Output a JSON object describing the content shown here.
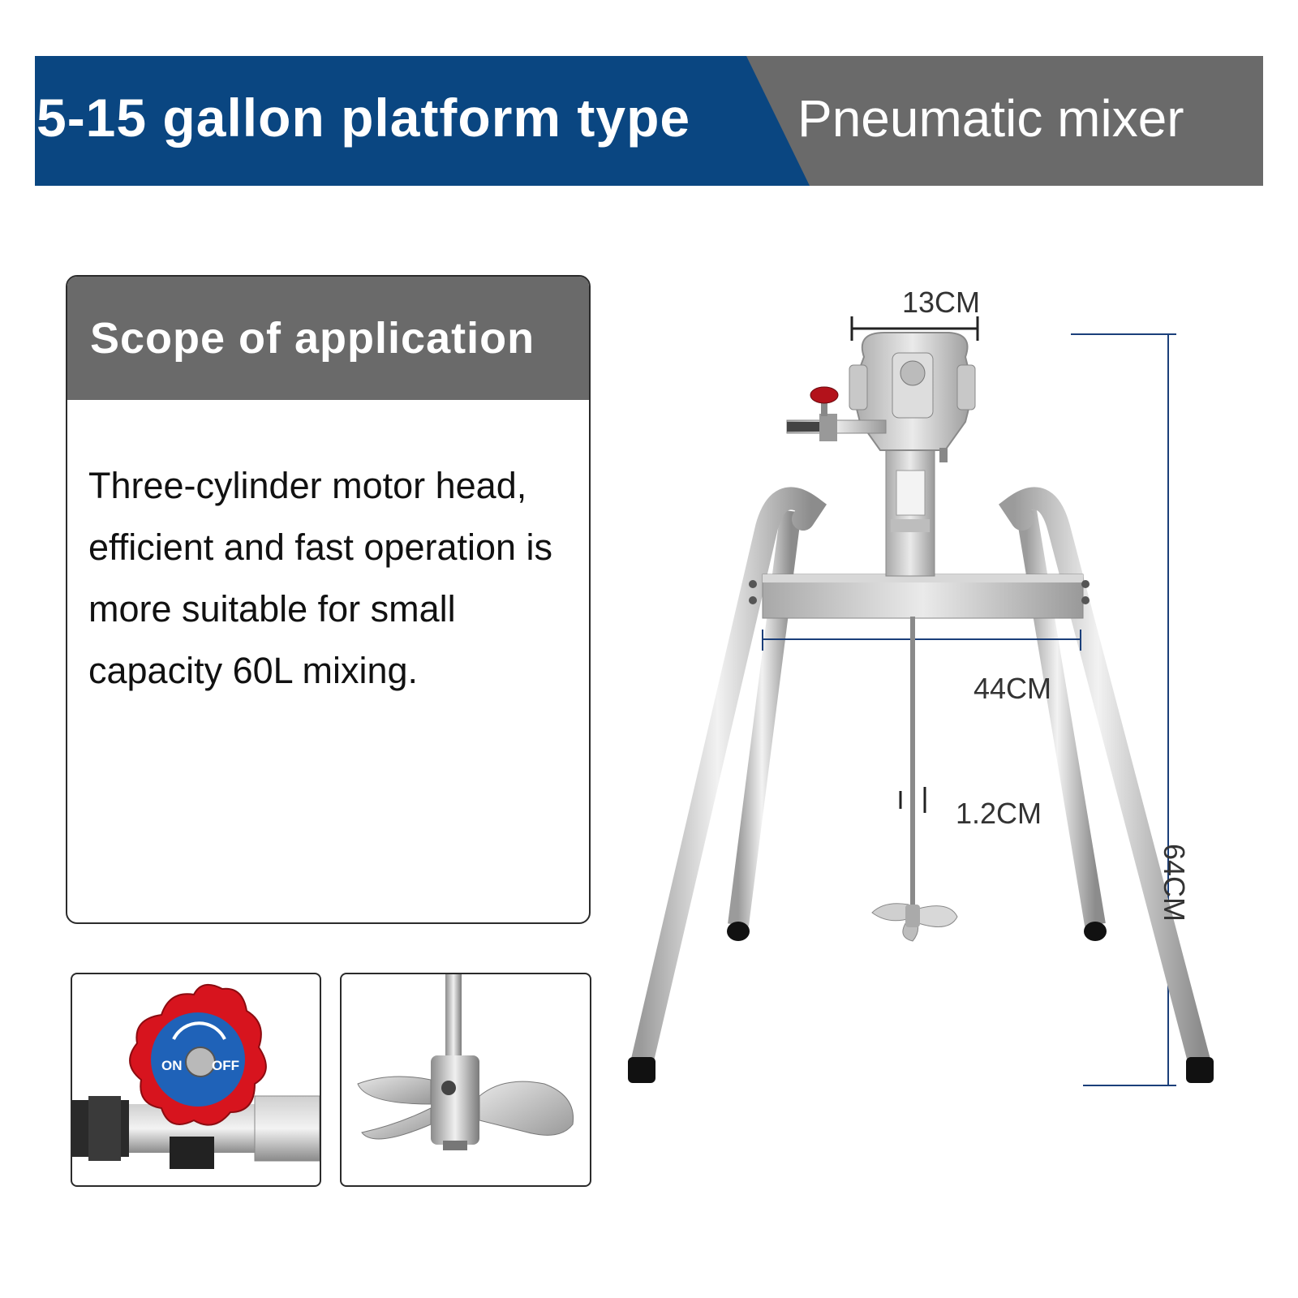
{
  "banner": {
    "title_left": "5-15 gallon platform type",
    "title_right": "Pneumatic mixer",
    "colors": {
      "blue": "#0a4681",
      "gray": "#6a6a6a"
    }
  },
  "scope": {
    "heading": "Scope of application",
    "description": "Three-cylinder motor head, efficient and fast operation is more suitable for small capacity 60L mixing."
  },
  "thumbnails": {
    "valve_on": "ON",
    "valve_off": "OFF"
  },
  "dimensions": {
    "motor_width": "13CM",
    "frame_width": "44CM",
    "shaft_diameter": "1.2CM",
    "height": "64CM"
  }
}
